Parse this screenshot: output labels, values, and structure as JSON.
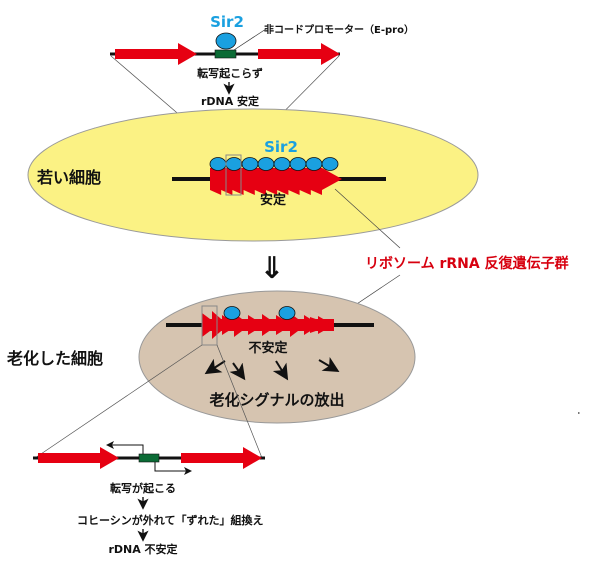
{
  "colors": {
    "rdna_red": "#e60012",
    "sir2_blue": "#1aa0e0",
    "promoter_green": "#0b6b35",
    "young_cell_fill": "#fbf284",
    "old_cell_fill": "#d6c4b0",
    "label_red": "#d7000f",
    "sir2_label_blue": "#1aa0e0"
  },
  "top_panel": {
    "sir2_label": "Sir2",
    "promoter_label": "非コードプロモーター（E-pro）",
    "step1": "転写起こらず",
    "step2": "rDNA 安定"
  },
  "young_cell": {
    "title": "若い細胞",
    "sir2_label": "Sir2",
    "status": "安定",
    "sir2_count": 8
  },
  "transition_arrow": "⇓",
  "rrna_label": "リボソーム rRNA 反復遺伝子群",
  "old_cell": {
    "title": "老化した細胞",
    "status": "不安定",
    "signal_text": "老化シグナルの放出",
    "sir2_count": 2
  },
  "bottom_panel": {
    "step1": "転写が起こる",
    "step2": "コヒーシンが外れて「ずれた」組換え",
    "step3": "rDNA 不安定"
  }
}
